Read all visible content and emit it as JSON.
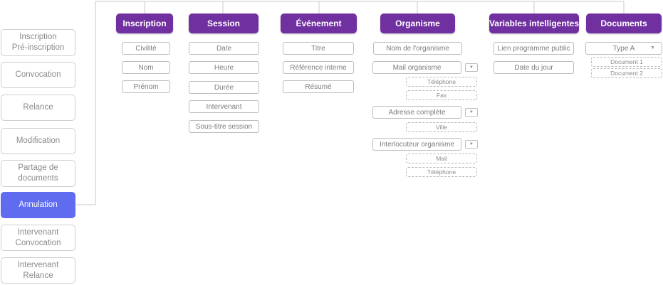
{
  "sidebar": {
    "items": [
      {
        "label": "Inscription\nPré-inscription",
        "active": false
      },
      {
        "label": "Convocation",
        "active": false
      },
      {
        "label": "Relance",
        "active": false
      },
      {
        "label": "Modification",
        "active": false
      },
      {
        "label": "Partage de\ndocuments",
        "active": false
      },
      {
        "label": "Annulation",
        "active": true
      },
      {
        "label": "Intervenant\nConvocation",
        "active": false
      },
      {
        "label": "Intervenant\nRelance",
        "active": false
      }
    ]
  },
  "categories": {
    "inscription": {
      "title": "Inscription",
      "fields": [
        "Civilité",
        "Nom",
        "Prénom"
      ]
    },
    "session": {
      "title": "Session",
      "fields": [
        "Date",
        "Heure",
        "Durée",
        "Intervenant",
        "Sous-titre session"
      ]
    },
    "evenement": {
      "title": "Événement",
      "fields": [
        "Titre",
        "Référence interne",
        "Résumé"
      ]
    },
    "organisme": {
      "title": "Organisme",
      "name_field": "Nom de l'organisme",
      "mail": {
        "label": "Mail organisme",
        "sub": [
          "Téléphone",
          "Fax"
        ]
      },
      "adresse": {
        "label": "Adresse complète",
        "sub": [
          "Ville"
        ]
      },
      "interlocuteur": {
        "label": "Interlocuteur organisme",
        "sub": [
          "Mail",
          "Téléphone"
        ]
      }
    },
    "variables": {
      "title": "Variables intelligentes",
      "fields": [
        "Lien programme public",
        "Date du jour"
      ]
    },
    "documents": {
      "title": "Documents",
      "select_value": "Type A",
      "sub": [
        "Document 1",
        "Document 2"
      ]
    }
  },
  "colors": {
    "category_bg": "#7030a0",
    "active_bg": "#5f6cf0",
    "line": "#c8c8c8"
  }
}
